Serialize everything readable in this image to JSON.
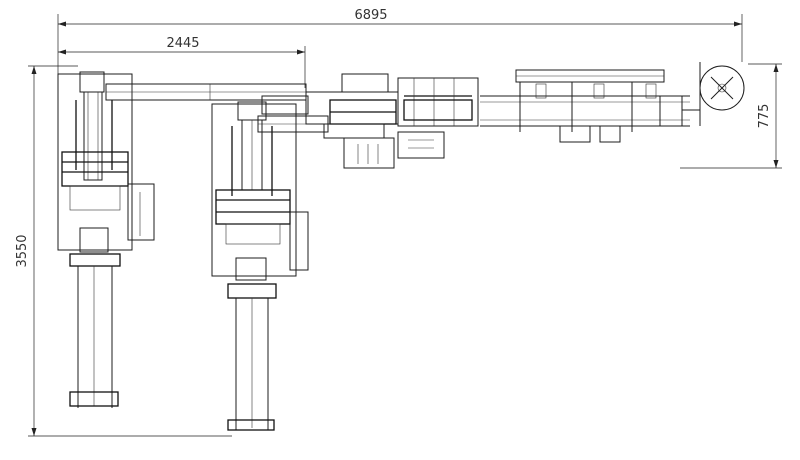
{
  "dimensions": {
    "overall_width": "6895",
    "partial_width": "2445",
    "overall_height": "3550",
    "right_height": "775"
  },
  "colors": {
    "line": "#1c1c1c",
    "background": "#ffffff"
  }
}
